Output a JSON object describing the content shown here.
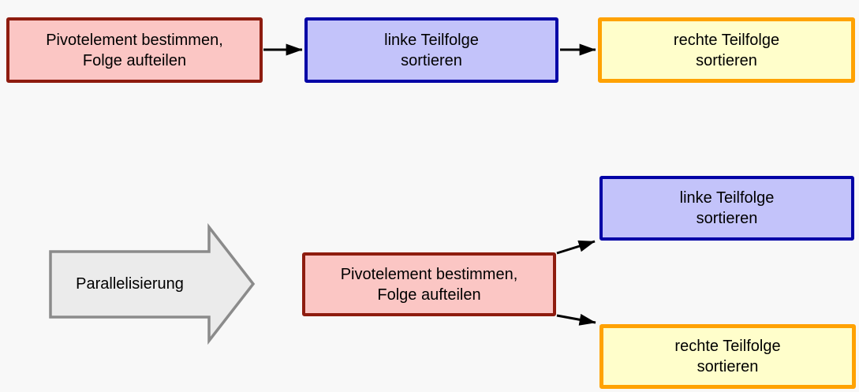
{
  "colors": {
    "background": "#f8f8f8",
    "red_fill": "#fbc6c4",
    "red_border": "#8e1c0f",
    "blue_fill": "#c3c3fa",
    "blue_border": "#0202a6",
    "yellow_fill": "#fffecb",
    "yellow_border": "#ffa203",
    "gray_fill": "#ebebeb",
    "gray_border": "#8b8b8b",
    "connector": "#000000",
    "text": "#000000"
  },
  "top_flow": {
    "nodes": [
      {
        "id": "pivot",
        "line1": "Pivotelement bestimmen,",
        "line2": "Folge aufteilen"
      },
      {
        "id": "linke-teilfolge",
        "line1": "linke Teilfolge",
        "line2": "sortieren"
      },
      {
        "id": "rechte-teilfolge",
        "line1": "rechte Teilfolge",
        "line2": "sortieren"
      }
    ]
  },
  "parallel_arrow": {
    "label": "Parallelisierung"
  },
  "bottom_flow": {
    "nodes": [
      {
        "id": "pivot",
        "line1": "Pivotelement bestimmen,",
        "line2": "Folge aufteilen"
      },
      {
        "id": "linke-teilfolge",
        "line1": "linke Teilfolge",
        "line2": "sortieren"
      },
      {
        "id": "rechte-teilfolge",
        "line1": "rechte Teilfolge",
        "line2": "sortieren"
      }
    ]
  }
}
